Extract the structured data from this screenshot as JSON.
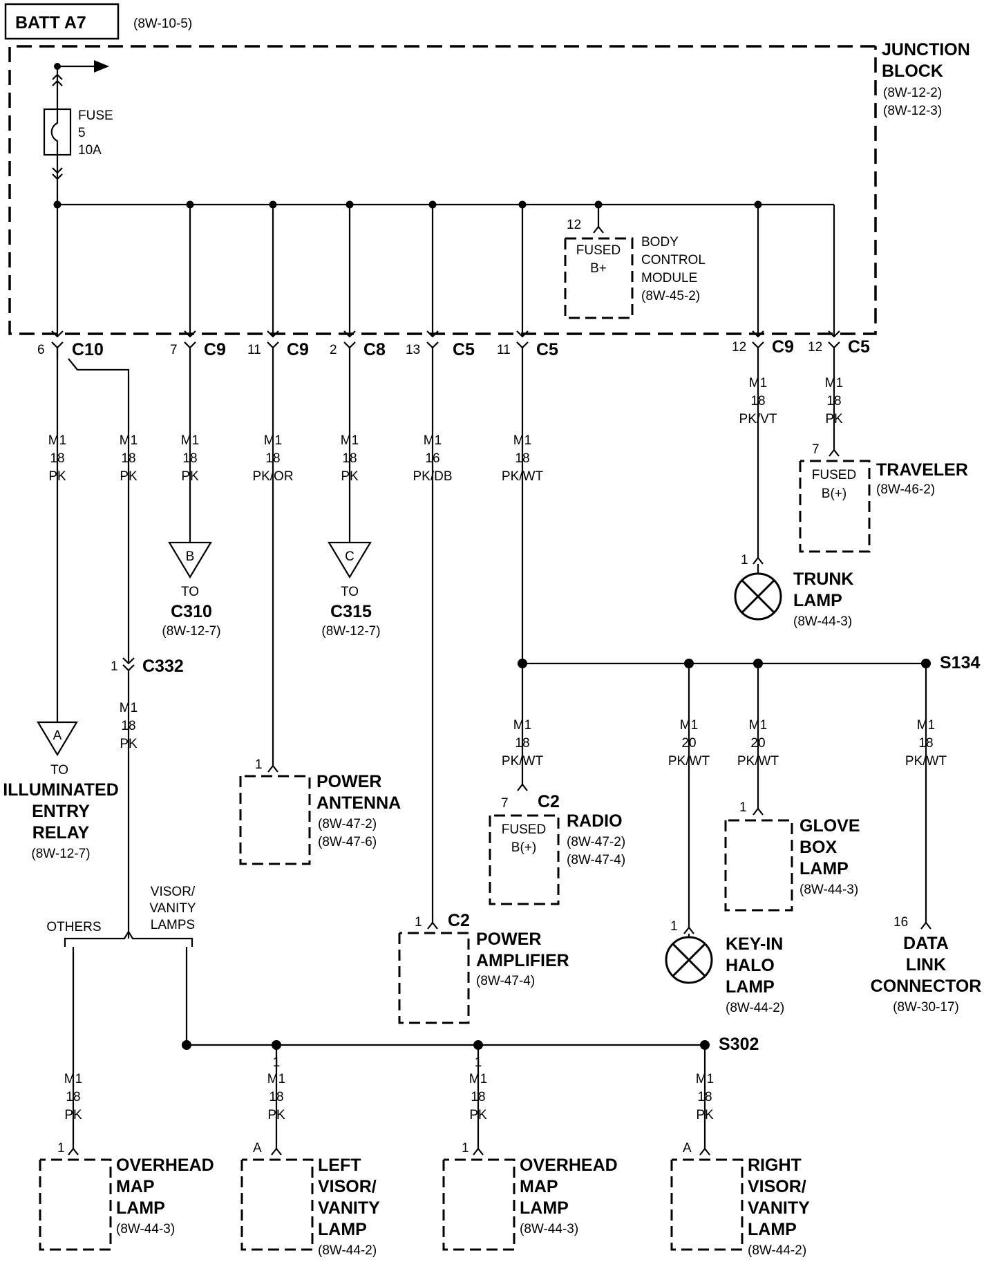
{
  "header": {
    "title": "BATT A7",
    "ref": "(8W-10-5)"
  },
  "junction_block": {
    "name_line1": "JUNCTION",
    "name_line2": "BLOCK",
    "ref1": "(8W-12-2)",
    "ref2": "(8W-12-3)"
  },
  "fuse": {
    "label": "FUSE",
    "number": "5",
    "rating": "10A"
  },
  "bcm": {
    "pin": "12",
    "inner1": "FUSED",
    "inner2": "B+",
    "name1": "BODY",
    "name2": "CONTROL",
    "name3": "MODULE",
    "ref": "(8W-45-2)"
  },
  "connectors": [
    {
      "pin": "6",
      "name": "C10"
    },
    {
      "pin": "7",
      "name": "C9"
    },
    {
      "pin": "11",
      "name": "C9"
    },
    {
      "pin": "2",
      "name": "C8"
    },
    {
      "pin": "13",
      "name": "C5"
    },
    {
      "pin": "11",
      "name": "C5"
    },
    {
      "pin": "12",
      "name": "C9"
    },
    {
      "pin": "12",
      "name": "C5"
    }
  ],
  "wires": [
    {
      "circuit": "M1",
      "gauge": "18",
      "color": "PK"
    },
    {
      "circuit": "M1",
      "gauge": "18",
      "color": "PK"
    },
    {
      "circuit": "M1",
      "gauge": "18",
      "color": "PK"
    },
    {
      "circuit": "M1",
      "gauge": "18",
      "color": "PK/OR"
    },
    {
      "circuit": "M1",
      "gauge": "18",
      "color": "PK"
    },
    {
      "circuit": "M1",
      "gauge": "16",
      "color": "PK/DB"
    },
    {
      "circuit": "M1",
      "gauge": "18",
      "color": "PK/WT"
    },
    {
      "circuit": "M1",
      "gauge": "18",
      "color": "PK/VT"
    },
    {
      "circuit": "M1",
      "gauge": "18",
      "color": "PK"
    },
    {
      "circuit": "M1",
      "gauge": "18",
      "color": "PK"
    },
    {
      "circuit": "M1",
      "gauge": "18",
      "color": "PK/WT"
    },
    {
      "circuit": "M1",
      "gauge": "20",
      "color": "PK/WT"
    },
    {
      "circuit": "M1",
      "gauge": "20",
      "color": "PK/WT"
    },
    {
      "circuit": "M1",
      "gauge": "18",
      "color": "PK/WT"
    },
    {
      "circuit": "M1",
      "gauge": "18",
      "color": "PK"
    },
    {
      "circuit": "M1",
      "gauge": "18",
      "color": "PK"
    },
    {
      "circuit": "M1",
      "gauge": "18",
      "color": "PK"
    },
    {
      "circuit": "M1",
      "gauge": "18",
      "color": "PK"
    }
  ],
  "offpage": {
    "b": {
      "letter": "B",
      "to": "TO",
      "conn": "C310",
      "ref": "(8W-12-7)"
    },
    "c": {
      "letter": "C",
      "to": "TO",
      "conn": "C315",
      "ref": "(8W-12-7)"
    },
    "a": {
      "letter": "A",
      "to": "TO",
      "name1": "ILLUMINATED",
      "name2": "ENTRY",
      "name3": "RELAY",
      "ref": "(8W-12-7)"
    }
  },
  "c332": {
    "pin": "1",
    "name": "C332"
  },
  "traveler": {
    "pin": "7",
    "inner1": "FUSED",
    "inner2": "B(+)",
    "name": "TRAVELER",
    "ref": "(8W-46-2)"
  },
  "trunk_lamp": {
    "pin": "1",
    "name1": "TRUNK",
    "name2": "LAMP",
    "ref": "(8W-44-3)"
  },
  "s134": {
    "name": "S134"
  },
  "s302": {
    "name": "S302"
  },
  "power_antenna": {
    "pin": "1",
    "name1": "POWER",
    "name2": "ANTENNA",
    "ref1": "(8W-47-2)",
    "ref2": "(8W-47-6)"
  },
  "radio": {
    "pin": "7",
    "conn": "C2",
    "inner1": "FUSED",
    "inner2": "B(+)",
    "name": "RADIO",
    "ref1": "(8W-47-2)",
    "ref2": "(8W-47-4)"
  },
  "glove_box": {
    "pin": "1",
    "name1": "GLOVE",
    "name2": "BOX",
    "name3": "LAMP",
    "ref": "(8W-44-3)"
  },
  "key_in": {
    "pin": "1",
    "name1": "KEY-IN",
    "name2": "HALO",
    "name3": "LAMP",
    "ref": "(8W-44-2)"
  },
  "dlc": {
    "pin": "16",
    "name1": "DATA",
    "name2": "LINK",
    "name3": "CONNECTOR",
    "ref": "(8W-30-17)"
  },
  "power_amp": {
    "pin": "1",
    "conn": "C2",
    "name1": "POWER",
    "name2": "AMPLIFIER",
    "ref": "(8W-47-4)"
  },
  "branch": {
    "visor1": "VISOR/",
    "visor2": "VANITY",
    "visor3": "LAMPS",
    "others": "OTHERS"
  },
  "splice_pins": {
    "p1": "1",
    "p2": "1"
  },
  "overhead_left": {
    "pin": "1",
    "name1": "OVERHEAD",
    "name2": "MAP",
    "name3": "LAMP",
    "ref": "(8W-44-3)"
  },
  "left_visor": {
    "pin": "A",
    "name1": "LEFT",
    "name2": "VISOR/",
    "name3": "VANITY",
    "name4": "LAMP",
    "ref": "(8W-44-2)"
  },
  "overhead_mid": {
    "pin": "1",
    "name1": "OVERHEAD",
    "name2": "MAP",
    "name3": "LAMP",
    "ref": "(8W-44-3)"
  },
  "right_visor": {
    "pin": "A",
    "name1": "RIGHT",
    "name2": "VISOR/",
    "name3": "VANITY",
    "name4": "LAMP",
    "ref": "(8W-44-2)"
  }
}
